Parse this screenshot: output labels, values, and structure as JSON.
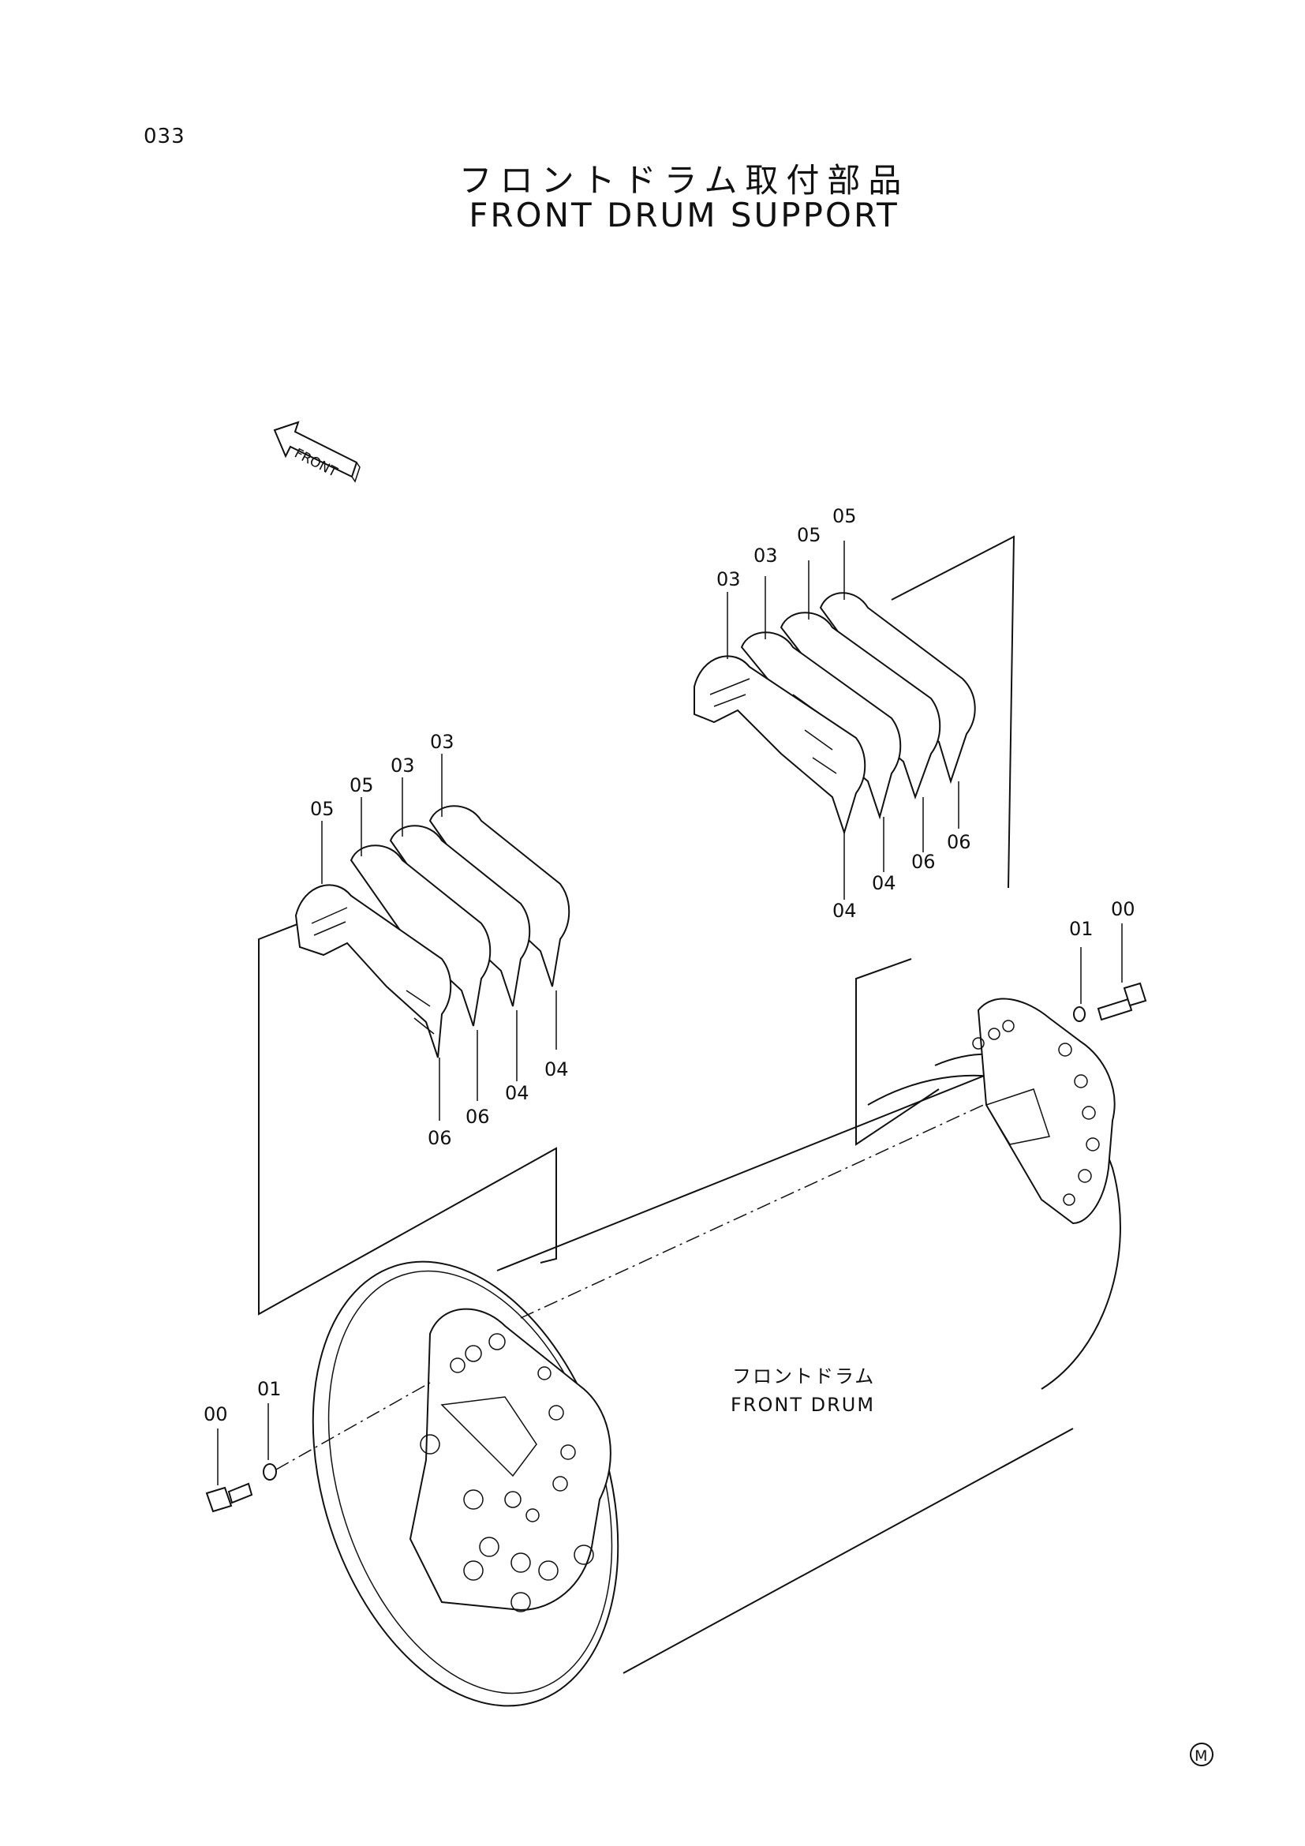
{
  "page_number": "033",
  "title_jp": "フロントドラム取付部品",
  "title_en": "FRONT DRUM SUPPORT",
  "front_arrow_label": "FRONT",
  "drum_label_jp": "フロントドラム",
  "drum_label_en": "FRONT DRUM",
  "mark": "M",
  "callouts": {
    "upper_right": [
      "05",
      "05",
      "03",
      "03",
      "06",
      "06",
      "04",
      "04"
    ],
    "left_group": [
      "03",
      "03",
      "05",
      "05",
      "04",
      "04",
      "06",
      "06"
    ],
    "bolt_right": [
      "00",
      "01"
    ],
    "bolt_left": [
      "00",
      "01"
    ]
  }
}
